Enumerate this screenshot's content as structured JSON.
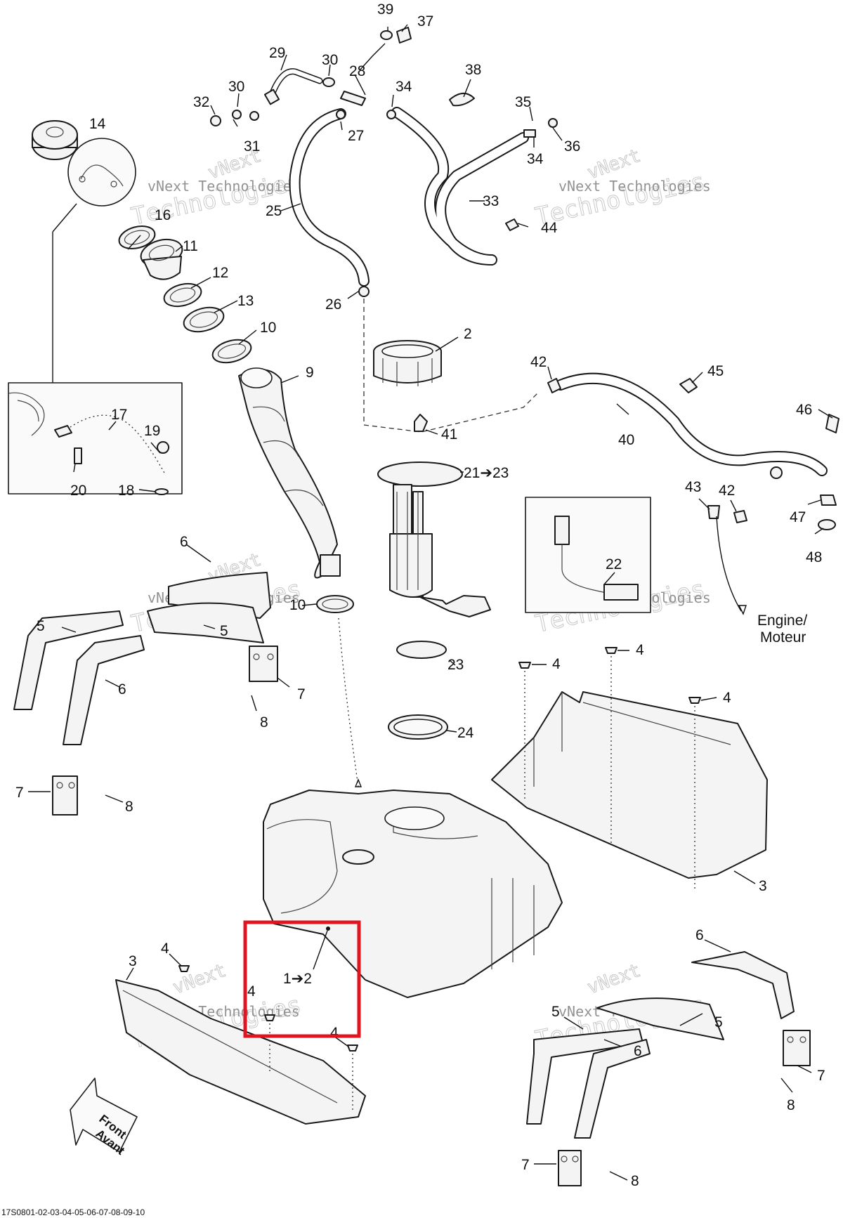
{
  "callouts": {
    "c1": "39",
    "c2": "37",
    "c3": "29",
    "c4": "30",
    "c5": "28",
    "c6": "38",
    "c7": "30",
    "c8": "34",
    "c9": "32",
    "c10": "35",
    "c11": "14",
    "c12": "31",
    "c13": "27",
    "c14": "36",
    "c15": "34",
    "c16": "25",
    "c17": "33",
    "c18": "16",
    "c19": "44",
    "c20": "11",
    "c21": "12",
    "c22": "13",
    "c23": "26",
    "c24": "10",
    "c25": "2",
    "c26": "9",
    "c27": "42",
    "c28": "45",
    "c29": "46",
    "c30": "17",
    "c31": "41",
    "c32": "19",
    "c33": "40",
    "c34": "21➔23",
    "c35": "20",
    "c36": "18",
    "c37": "43",
    "c38": "42",
    "c39": "47",
    "c40": "48",
    "c41": "6",
    "c42": "22",
    "c43": "10",
    "c44": "5",
    "c45": "5",
    "c46": "4",
    "c47": "4",
    "c48": "23",
    "c49": "6",
    "c50": "7",
    "c51": "4",
    "c52": "8",
    "c53": "24",
    "c54": "7",
    "c55": "8",
    "c56": "3",
    "c57": "6",
    "c58": "4",
    "c59": "3",
    "c60": "1➔2",
    "c61": "4",
    "c62": "5",
    "c63": "5",
    "c64": "4",
    "c65": "6",
    "c66": "7",
    "c67": "8",
    "c68": "7",
    "c69": "8"
  },
  "engine_label": {
    "line1": "Engine/",
    "line2": "Moteur"
  },
  "front_label": {
    "line1": "Front",
    "line2": "Avant"
  },
  "watermark": {
    "line1": "vNext",
    "line2": "vNext Technologies",
    "line3": "Technologies"
  },
  "footer_code": "17S0801-02-03-04-05-06-07-08-09-10",
  "highlight_color": "#e0151f"
}
